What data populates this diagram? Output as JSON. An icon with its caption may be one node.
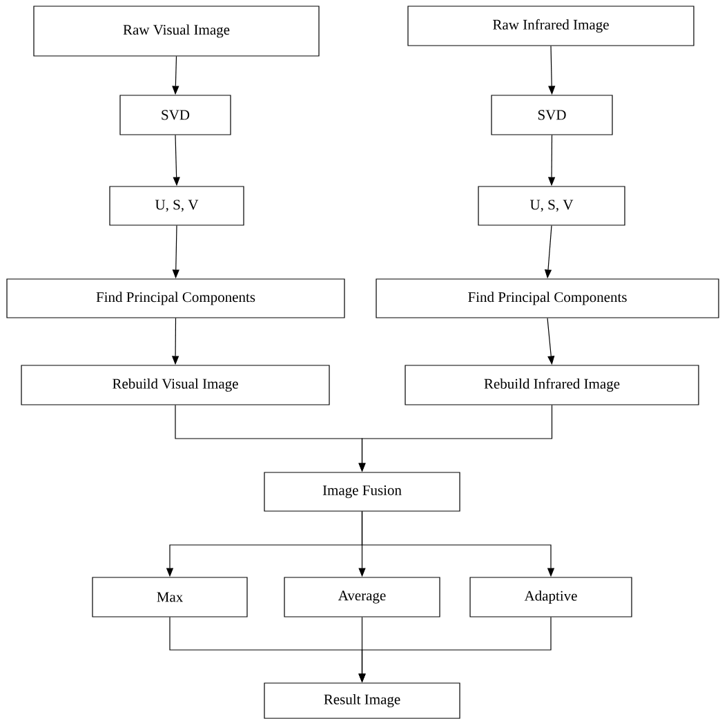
{
  "diagram": {
    "nodes": [
      {
        "text": [
          "Raw Visual Image"
        ]
      },
      {
        "text": [
          "Raw Infrared Image"
        ]
      },
      {
        "text": [
          "SVD"
        ]
      },
      {
        "text": [
          "SVD"
        ]
      },
      {
        "text": [
          "U, S, V"
        ]
      },
      {
        "text": [
          "U, S, V"
        ]
      },
      {
        "text": [
          "Find Principal Components"
        ]
      },
      {
        "text": [
          "Find Principal Components"
        ]
      },
      {
        "text": [
          "Rebuild Visual Image"
        ]
      },
      {
        "text": [
          "Rebuild Infrared Image"
        ]
      },
      {
        "text": [
          "Image Fusion"
        ]
      },
      {
        "text": [
          "Max"
        ]
      },
      {
        "text": [
          "Average"
        ]
      },
      {
        "text": [
          "Adaptive"
        ]
      },
      {
        "text": [
          "Result Image"
        ]
      }
    ],
    "edges": [
      {
        "from": 0,
        "to": 2,
        "arrow": "to"
      },
      {
        "from": 1,
        "to": 3,
        "arrow": "to"
      },
      {
        "from": 2,
        "to": 4,
        "arrow": "to"
      },
      {
        "from": 3,
        "to": 5,
        "arrow": "to"
      },
      {
        "from": 4,
        "to": 6,
        "arrow": "to"
      },
      {
        "from": 5,
        "to": 7,
        "arrow": "to"
      },
      {
        "from": 6,
        "to": 8,
        "arrow": "to"
      },
      {
        "from": 7,
        "to": 9,
        "arrow": "to"
      },
      {
        "from": 8,
        "to": 10,
        "arrow": "to"
      },
      {
        "from": 9,
        "to": 10,
        "arrow": "to"
      },
      {
        "from": 10,
        "to": 11,
        "arrow": "to"
      },
      {
        "from": 10,
        "to": 12,
        "arrow": "to"
      },
      {
        "from": 10,
        "to": 13,
        "arrow": "to"
      },
      {
        "from": 11,
        "to": 14,
        "arrow": "to"
      },
      {
        "from": 12,
        "to": 14,
        "arrow": "to"
      },
      {
        "from": 13,
        "to": 14,
        "arrow": "to"
      }
    ]
  }
}
